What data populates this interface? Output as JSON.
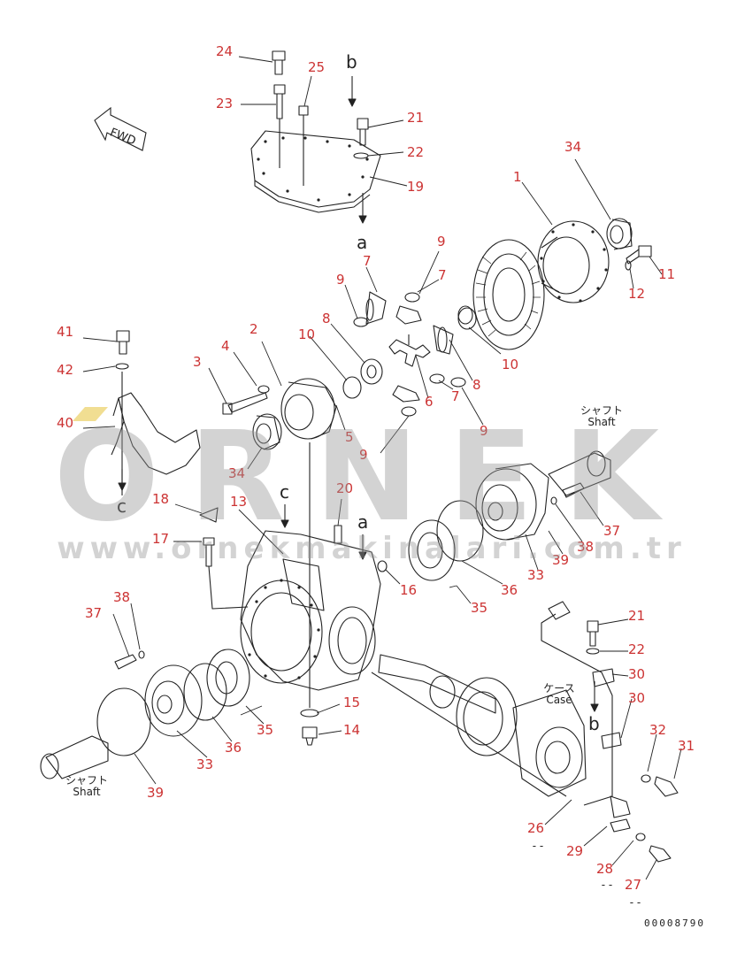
{
  "labels": {
    "arrow_b_top": "b",
    "arrow_a_top": "a",
    "arrow_c_left": "c",
    "arrow_c_mid": "c",
    "arrow_a_mid": "a",
    "arrow_b_right": "b",
    "fwd": "FWD",
    "shaft_right_jp": "シャフト",
    "shaft_right_en": "Shaft",
    "shaft_left_jp": "シャフト",
    "shaft_left_en": "Shaft",
    "case_jp": "ケース",
    "case_en": "Case",
    "dash_26": "- -",
    "dash_28": "- -",
    "dash_27": "- -",
    "doc_code": "00008790"
  },
  "watermark": {
    "brand": "ORNEK",
    "url": "www.ornekmakinalari.com.tr"
  },
  "callouts": [
    "24",
    "25",
    "23",
    "21",
    "22",
    "19",
    "34",
    "1",
    "11",
    "12",
    "9",
    "7",
    "7",
    "9",
    "8",
    "10",
    "10",
    "8",
    "6",
    "7",
    "9",
    "9",
    "41",
    "42",
    "40",
    "2",
    "4",
    "3",
    "5",
    "34",
    "18",
    "13",
    "20",
    "17",
    "16",
    "36",
    "35",
    "33",
    "39",
    "38",
    "37",
    "38",
    "37",
    "21",
    "22",
    "30",
    "30",
    "15",
    "14",
    "35",
    "36",
    "33",
    "39",
    "32",
    "31",
    "26",
    "29",
    "28",
    "27"
  ],
  "colors": {
    "callout": "#cc3333",
    "line": "#222222",
    "watermark": "#969696",
    "watermark_accent": "#e8c84a"
  }
}
